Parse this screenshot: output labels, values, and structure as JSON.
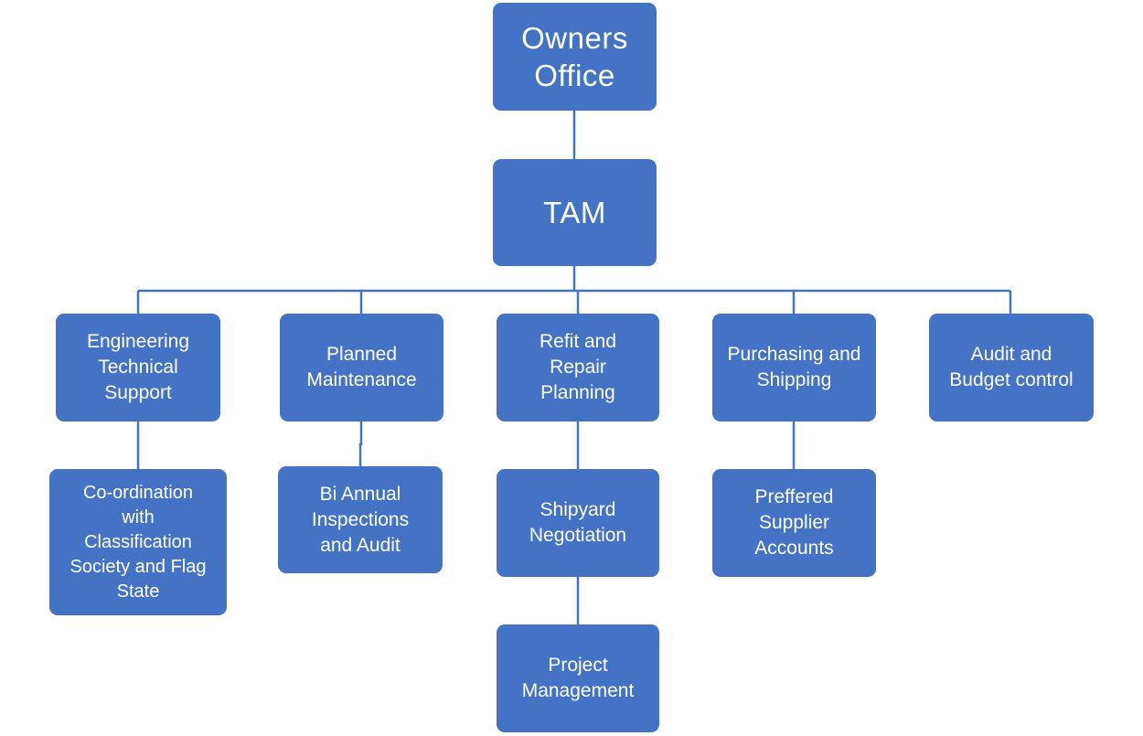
{
  "colors": {
    "node_fill": "#4472C4",
    "connector": "#4472C4",
    "text": "#FFFFFF"
  },
  "org_chart": {
    "root": {
      "label": "Owners\nOffice"
    },
    "manager": {
      "label": "TAM"
    },
    "departments": [
      {
        "label": "Engineering\nTechnical\nSupport"
      },
      {
        "label": "Planned\nMaintenance"
      },
      {
        "label": "Refit and\nRepair\nPlanning"
      },
      {
        "label": "Purchasing and\nShipping"
      },
      {
        "label": "Audit and\nBudget control"
      }
    ],
    "sub_units": {
      "coordination": {
        "label": "Co-ordination\nwith\nClassification\nSociety and Flag\nState"
      },
      "bi_annual": {
        "label": "Bi Annual\nInspections\nand Audit"
      },
      "shipyard": {
        "label": "Shipyard\nNegotiation"
      },
      "project": {
        "label": "Project\nManagement"
      },
      "preferred": {
        "label": "Preffered\nSupplier\nAccounts"
      }
    }
  }
}
